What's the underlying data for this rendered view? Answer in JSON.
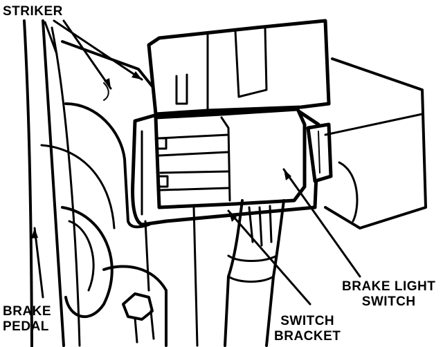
{
  "labels": {
    "striker": "STRIKER",
    "brake_pedal": [
      "BRAKE",
      "PEDAL"
    ],
    "brake_light_switch": [
      "BRAKE LIGHT",
      "SWITCH"
    ],
    "switch_bracket": [
      "SWITCH",
      "BRACKET"
    ]
  },
  "colors": {
    "ink": "#000000",
    "paper": "#ffffff"
  }
}
